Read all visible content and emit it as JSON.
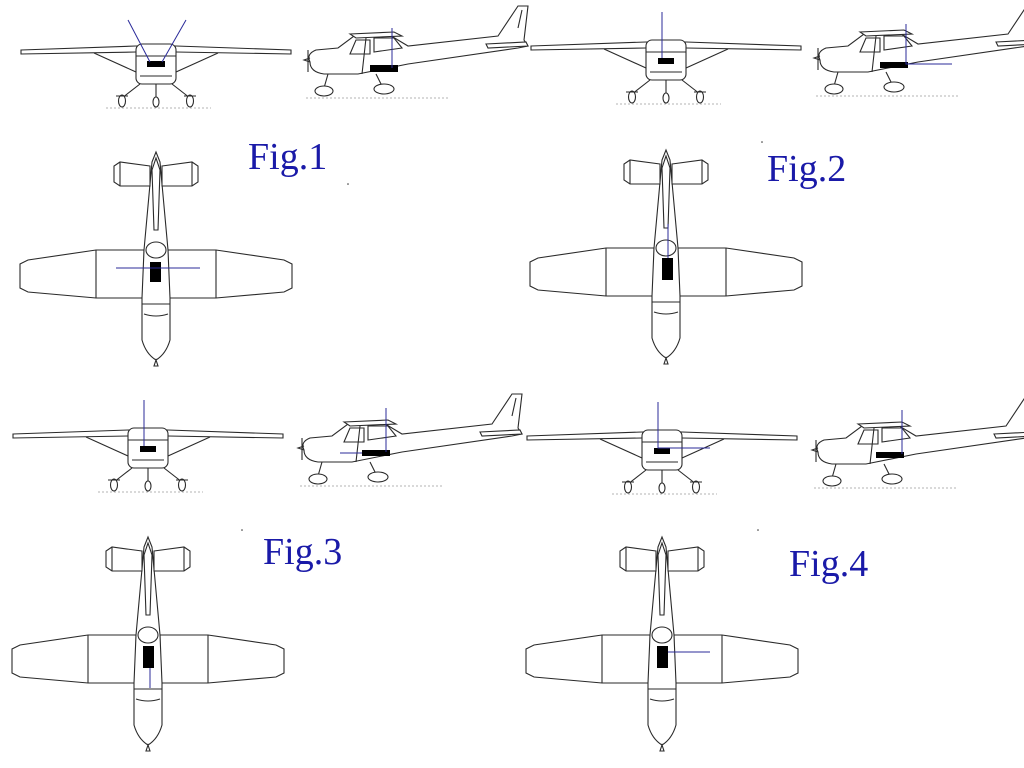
{
  "colors": {
    "outline": "#2a2a2a",
    "label": "#1a1aa8",
    "marker": "#000000",
    "axis_line": "#2b2b9a",
    "ground": "#9a9a9a"
  },
  "icons": [
    "aircraft-front-view",
    "aircraft-side-view",
    "aircraft-top-view"
  ],
  "figures": [
    {
      "label": "Fig.1"
    },
    {
      "label": "Fig.2"
    },
    {
      "label": "Fig.3"
    },
    {
      "label": "Fig.4"
    }
  ]
}
